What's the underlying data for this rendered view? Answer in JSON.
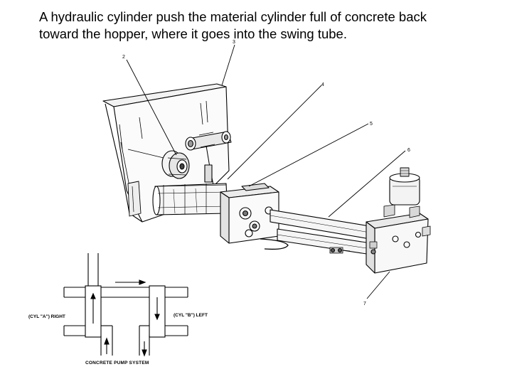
{
  "caption": {
    "line1": "A hydraulic cylinder push the material cylinder full of concrete back",
    "line2": "toward the hopper, where it goes into the swing tube."
  },
  "callouts": {
    "c2": "2",
    "c3": "3",
    "c4": "4",
    "c5": "5",
    "c6": "6",
    "c7": "7"
  },
  "schematic": {
    "cyl_a_label": "(CYL \"A\")  RIGHT",
    "cyl_b_label": "(CYL \"B\") LEFT",
    "system_label": "CONCRETE PUMP SYSTEM"
  }
}
